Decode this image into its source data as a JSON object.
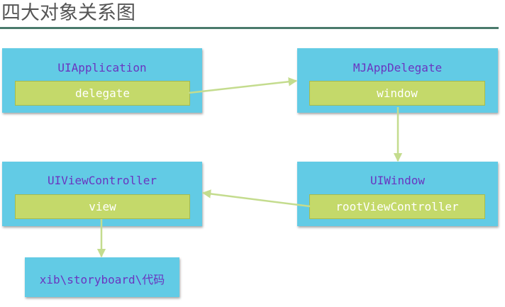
{
  "title": "四大对象关系图",
  "colors": {
    "box": "#62cbe5",
    "inner": "#c4d96a",
    "title_text": "#6a35c0",
    "arrow": "#c4dc8e",
    "rule": "#4a7a6c"
  },
  "boxes": {
    "ui_application": {
      "title": "UIApplication",
      "field": "delegate"
    },
    "app_delegate": {
      "title": "MJAppDelegate",
      "field": "window"
    },
    "ui_window": {
      "title": "UIWindow",
      "field": "rootViewController"
    },
    "view_controller": {
      "title": "UIViewController",
      "field": "view"
    },
    "source": {
      "text": "xib\\storyboard\\代码"
    }
  }
}
